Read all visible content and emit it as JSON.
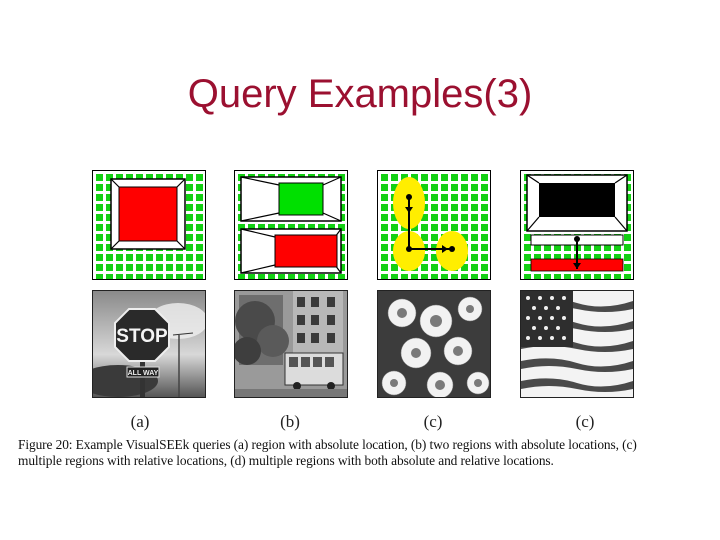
{
  "slide": {
    "title": "Query Examples(3)"
  },
  "figure": {
    "labels": [
      "(a)",
      "(b)",
      "(c)",
      "(c)"
    ],
    "caption_lines": [
      "Figure 20: Example VisualSEEk queries (a) region with absolute location, (b) two regions with absolute locations, (c)",
      "multiple regions with relative locations, (d) multiple regions with both absolute and relative locations."
    ],
    "photo_text": {
      "stop_sign": "STOP",
      "street_sign": "ALL WAY"
    },
    "colors": {
      "grid_green": "#13d013",
      "region_red": "#ff0000",
      "region_green": "#00e000",
      "region_yellow": "#ffee00",
      "title": "#9b1030"
    }
  }
}
